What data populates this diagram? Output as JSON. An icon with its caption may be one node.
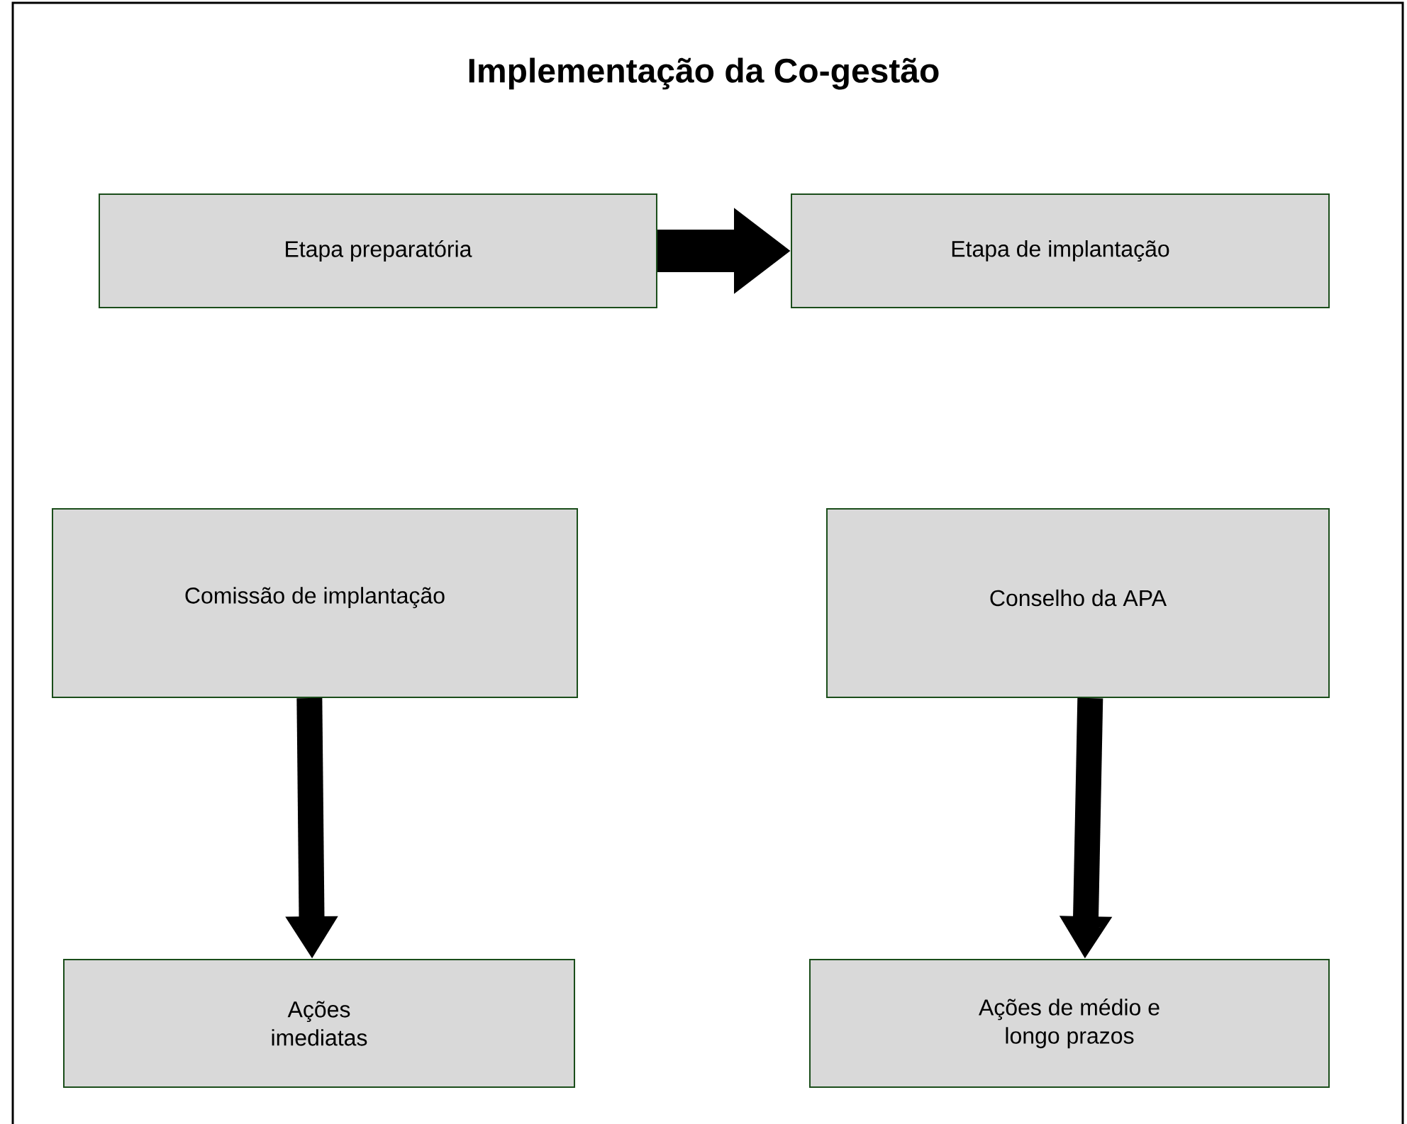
{
  "diagram": {
    "title": "Implementação da Co-gestão",
    "nodes": [
      {
        "text": [
          "Etapa preparatória"
        ]
      },
      {
        "text": [
          "Etapa de implantação"
        ]
      },
      {
        "text": [
          "Comissão de implantação"
        ]
      },
      {
        "text": [
          "Conselho da APA"
        ]
      },
      {
        "text": [
          "Ações imediatas"
        ]
      },
      {
        "text": [
          "Ações de médio e longo prazos"
        ]
      }
    ],
    "edges": [
      {
        "from": 0,
        "to": 1,
        "arrow": "to"
      },
      {
        "from": 2,
        "to": 4,
        "arrow": "to"
      },
      {
        "from": 3,
        "to": 5,
        "arrow": "to"
      }
    ]
  }
}
